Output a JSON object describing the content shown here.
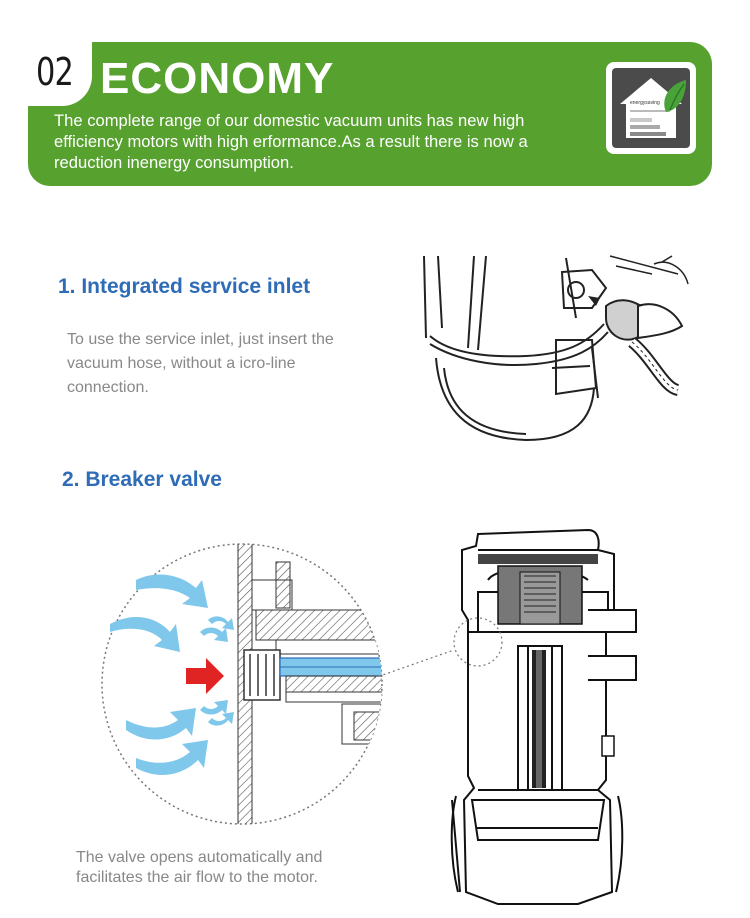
{
  "header": {
    "badge_number": "02",
    "title": "ECONOMY",
    "description": "The complete range of our domestic vacuum units has new high efficiency motors with high erformance.As a result there is now a reduction inenergy consumption.",
    "energy_label": "energysaving"
  },
  "sections": [
    {
      "heading": "1. Integrated service inlet",
      "text": "To use the service inlet, just insert the vacuum hose, without a icro-line connection."
    },
    {
      "heading": "2. Breaker valve",
      "text": "The valve opens automatically and facilitates the air flow to the motor."
    }
  ],
  "colors": {
    "accent_green": "#57a12f",
    "heading_blue": "#2f6cb6",
    "body_gray": "#888888",
    "arrow_red": "#e02424",
    "air_blue": "#7fc8ec"
  }
}
